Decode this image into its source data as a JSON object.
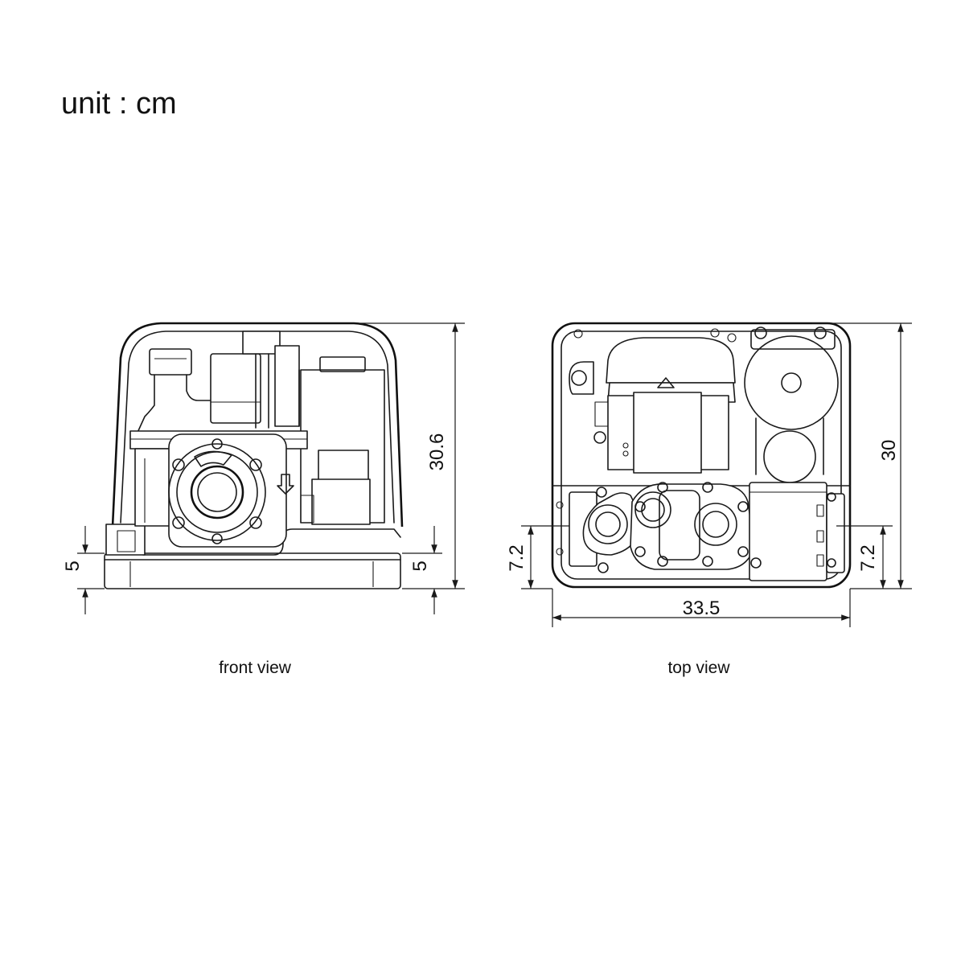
{
  "header": {
    "unit_label": "unit : cm"
  },
  "front_view": {
    "caption": "front view",
    "dimensions": {
      "height": "30.6",
      "base_left": "5",
      "base_right": "5"
    }
  },
  "top_view": {
    "caption": "top view",
    "dimensions": {
      "depth": "30",
      "width": "33.5",
      "port_left": "7.2",
      "port_right": "7.2"
    }
  }
}
